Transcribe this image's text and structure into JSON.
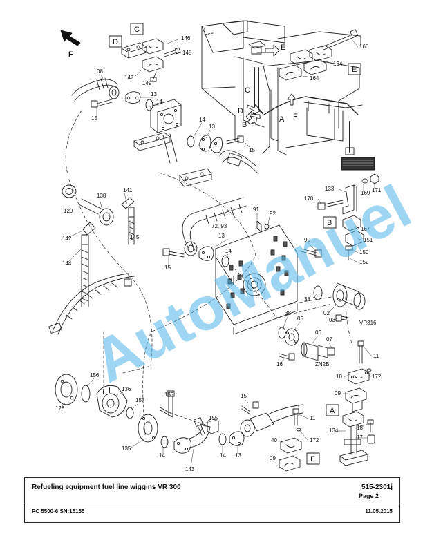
{
  "direction_arrow": {
    "letter": "F"
  },
  "watermark": "AutoManuel",
  "view_letters": {
    "a": "A",
    "b": "B",
    "c": "C",
    "d": "D",
    "e": "E",
    "f": "F",
    "c_box": "C",
    "d_box": "D",
    "e_box": "E",
    "b_box": "B",
    "a_box": "A",
    "f_box": "F"
  },
  "part_labels": {
    "p146": "146",
    "p148": "148",
    "p147": "147",
    "p149": "149",
    "p08": "08",
    "p13a": "13",
    "p14a": "14",
    "p15a": "15",
    "p14b": "14",
    "p13b": "13",
    "p15b": "15",
    "p166": "166",
    "p164a": "164",
    "p164b": "164",
    "p129": "129",
    "p138": "138",
    "p141": "141",
    "p142": "142",
    "p144": "144",
    "p145": "145",
    "p133": "133",
    "p169": "169",
    "p171": "171",
    "p170": "170",
    "p91": "91",
    "p92": "92",
    "p72_93": "72, 93",
    "p13c": "13",
    "p14c": "14",
    "p15c": "15",
    "p90": "90",
    "p167": "167",
    "p151": "151",
    "p150": "150",
    "p152": "152",
    "p38a": "38",
    "p02": "02",
    "p03": "03",
    "vr316": "VR316",
    "p38b": "38",
    "p05": "05",
    "p06": "06",
    "p07": "07",
    "p16": "16",
    "zn2b": "ZN2B",
    "p11a": "11",
    "p10": "10",
    "p172a": "172",
    "p09a": "09",
    "p156": "156",
    "p136": "136",
    "p128": "128",
    "p157": "157",
    "p153": "153",
    "p135": "135",
    "p14d": "14",
    "p15d": "15",
    "p155": "155",
    "p143": "143",
    "p14e": "14",
    "p13d": "13",
    "p11b": "11",
    "p40": "40",
    "p172b": "172",
    "p09b": "09",
    "p134": "134",
    "p18": "18",
    "p17": "17"
  },
  "footer": {
    "title": "Refueling equipment fuel line wiggins VR 300",
    "code": "515-2301j",
    "page": "Page 2",
    "model": "PC 5500-6 SN:15155",
    "date": "11.05.2015"
  }
}
